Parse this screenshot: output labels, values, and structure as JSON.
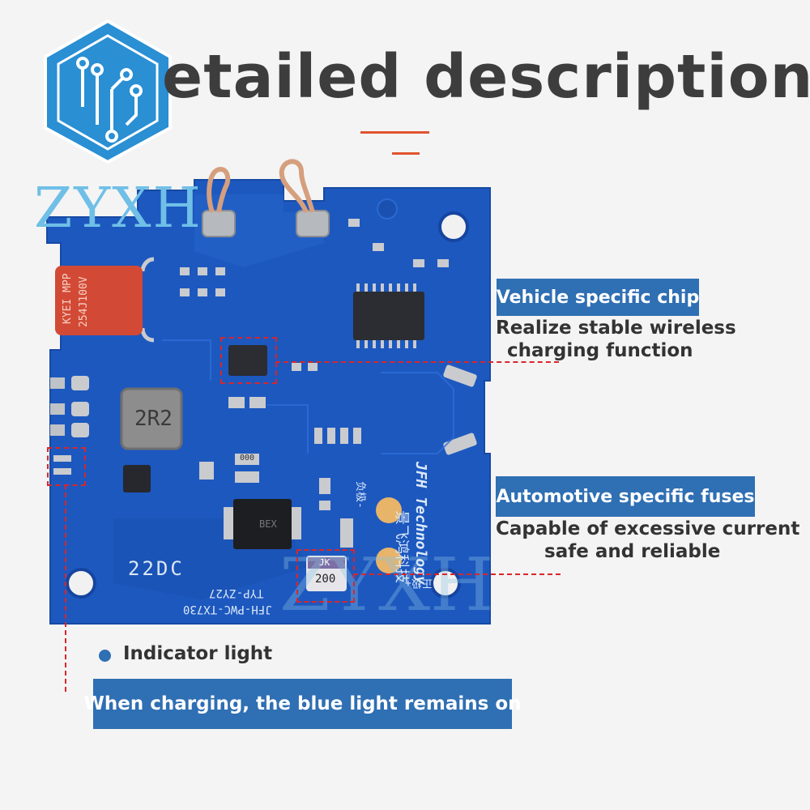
{
  "title": "etailed description",
  "logo": {
    "text": "ZYXH",
    "icon": "hexagon-circuit-icon",
    "color": "#2a8fd3"
  },
  "watermark": "ZYXH",
  "board": {
    "color": "#1d58bf",
    "inductor_label": "2R2",
    "capacitor_label_1": "KYEI MPP",
    "capacitor_label_2": "254J100V",
    "fuse_label_1": "JK",
    "fuse_label_2": "200",
    "silk_model": "22DC",
    "silk_typ": "TYP-ZY27",
    "silk_part": "JFH-PWC-TX730",
    "silk_brand_cn": "景飞鸿科技",
    "silk_brand_en": "JFH Technology",
    "silk_diode": "BEX",
    "silk_res": "000",
    "silk_neg": "负极-",
    "silk_pos": "正极+"
  },
  "callouts": {
    "chip": {
      "label": "Vehicle specific chip",
      "desc_1": "Realize stable wireless",
      "desc_2": "charging function"
    },
    "fuse": {
      "label": "Automotive specific fuses",
      "desc_1": "Capable of excessive current",
      "desc_2": "safe and reliable"
    },
    "indicator": {
      "label": "Indicator light",
      "desc": "When charging, the blue light remains on"
    }
  },
  "colors": {
    "accent": "#2f6fb3",
    "dash": "#d9262b",
    "orange": "#e0542e"
  }
}
